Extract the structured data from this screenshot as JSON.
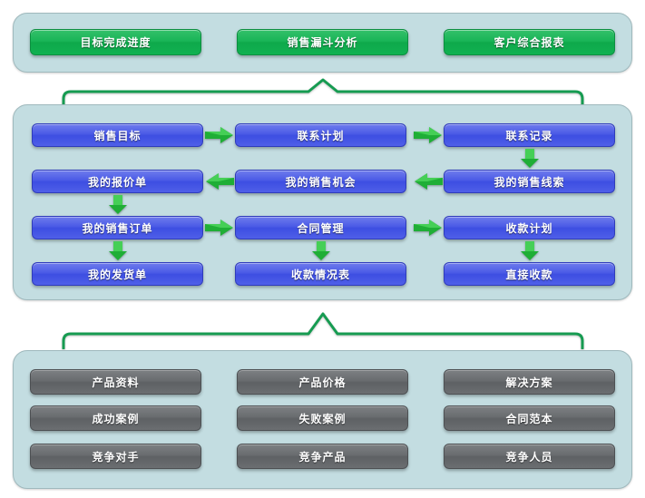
{
  "diagram": {
    "title": "Sales CRM Function Map",
    "colors": {
      "panel_fill": "#c3dde1",
      "panel_border": "#9fb9bd",
      "report_button": "#19b557",
      "workflow_button": "#4a5ae6",
      "knowledge_button": "#696c6f",
      "arrow": "#1fae36",
      "brace": "#169b51",
      "label_text": "#ffffff"
    }
  },
  "reports_panel": {
    "name": "reports",
    "buttons": [
      {
        "label": "目标完成进度"
      },
      {
        "label": "销售漏斗分析"
      },
      {
        "label": "客户综合报表"
      }
    ]
  },
  "workflow_panel": {
    "name": "sales-workflow",
    "rows": [
      {
        "cells": [
          {
            "label": "销售目标"
          },
          {
            "label": "联系计划"
          },
          {
            "label": "联系记录"
          }
        ]
      },
      {
        "cells": [
          {
            "label": "我的报价单"
          },
          {
            "label": "我的销售机会"
          },
          {
            "label": "我的销售线索"
          }
        ]
      },
      {
        "cells": [
          {
            "label": "我的销售订单"
          },
          {
            "label": "合同管理"
          },
          {
            "label": "收款计划"
          }
        ]
      },
      {
        "cells": [
          {
            "label": "我的发货单"
          },
          {
            "label": "收款情况表"
          },
          {
            "label": "直接收款"
          }
        ]
      }
    ],
    "arrows": [
      {
        "id": "a1",
        "direction": "right",
        "from": "销售目标",
        "to": "联系计划"
      },
      {
        "id": "a2",
        "direction": "right",
        "from": "联系计划",
        "to": "联系记录"
      },
      {
        "id": "a3",
        "direction": "down",
        "from": "联系记录",
        "to": "我的销售线索"
      },
      {
        "id": "a4",
        "direction": "left",
        "from": "我的销售线索",
        "to": "我的销售机会"
      },
      {
        "id": "a5",
        "direction": "left",
        "from": "我的销售机会",
        "to": "我的报价单"
      },
      {
        "id": "a6",
        "direction": "down",
        "from": "我的报价单",
        "to": "我的销售订单"
      },
      {
        "id": "a7",
        "direction": "right",
        "from": "我的销售订单",
        "to": "合同管理"
      },
      {
        "id": "a8",
        "direction": "right",
        "from": "合同管理",
        "to": "收款计划"
      },
      {
        "id": "a9",
        "direction": "down",
        "from": "我的销售订单",
        "to": "我的发货单"
      },
      {
        "id": "a10",
        "direction": "down",
        "from": "合同管理",
        "to": "收款情况表"
      },
      {
        "id": "a11",
        "direction": "down",
        "from": "收款计划",
        "to": "直接收款"
      }
    ]
  },
  "knowledge_panel": {
    "name": "knowledge-base",
    "rows": [
      {
        "cells": [
          {
            "label": "产品资料"
          },
          {
            "label": "产品价格"
          },
          {
            "label": "解决方案"
          }
        ]
      },
      {
        "cells": [
          {
            "label": "成功案例"
          },
          {
            "label": "失败案例"
          },
          {
            "label": "合同范本"
          }
        ]
      },
      {
        "cells": [
          {
            "label": "竞争对手"
          },
          {
            "label": "竞争产品"
          },
          {
            "label": "竞争人员"
          }
        ]
      }
    ]
  },
  "connectors": [
    {
      "id": "brace-top",
      "label": "reports-to-workflow-brace"
    },
    {
      "id": "brace-bottom",
      "label": "workflow-to-knowledge-brace"
    }
  ]
}
